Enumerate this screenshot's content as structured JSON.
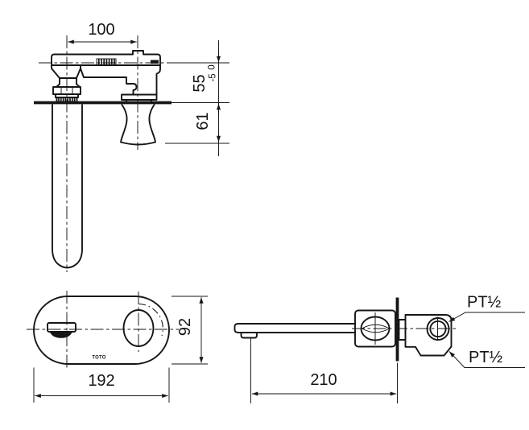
{
  "colors": {
    "ink": "#161616",
    "bg": "#ffffff"
  },
  "front_view": {
    "center_distance_mm": "100",
    "depth_mm": "55",
    "depth_tol_upper": "0",
    "depth_tol_lower": "-5",
    "handle_projection_mm": "61"
  },
  "plate_view": {
    "length_mm": "192",
    "width_mm": "92",
    "logo": "TOTO"
  },
  "side_view": {
    "spout_reach_mm": "210",
    "thread_label_top": "PT½",
    "thread_label_bottom": "PT½"
  }
}
